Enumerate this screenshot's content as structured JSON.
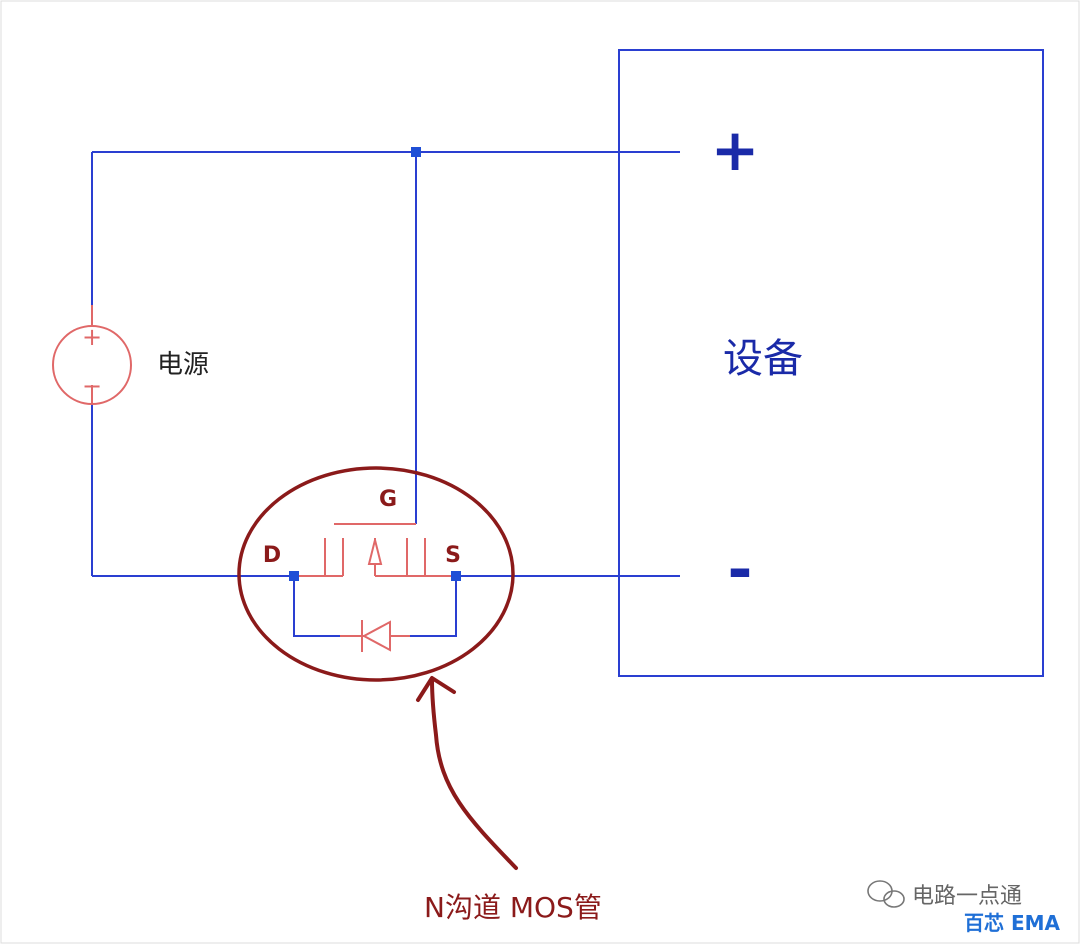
{
  "diagram": {
    "power_source_label": "电源",
    "power_source_plus": "+",
    "power_source_minus": "−",
    "device_label": "设备",
    "device_plus": "+",
    "device_minus": "-",
    "mos_gate_label": "G",
    "mos_drain_label": "D",
    "mos_source_label": "S",
    "annotation_label": "N沟道 MOS管"
  },
  "watermark": {
    "account_name": "电路一点通",
    "brand": "百芯 EMA"
  },
  "colors": {
    "wire": "#2a3fd1",
    "node": "#1f4fd6",
    "component_red": "#e06868",
    "annotation_red": "#8b1a1a",
    "device_text": "#1a2aa8",
    "label_black": "#222222",
    "watermark_text": "#666666",
    "brand_blue": "#1f6fd6"
  }
}
